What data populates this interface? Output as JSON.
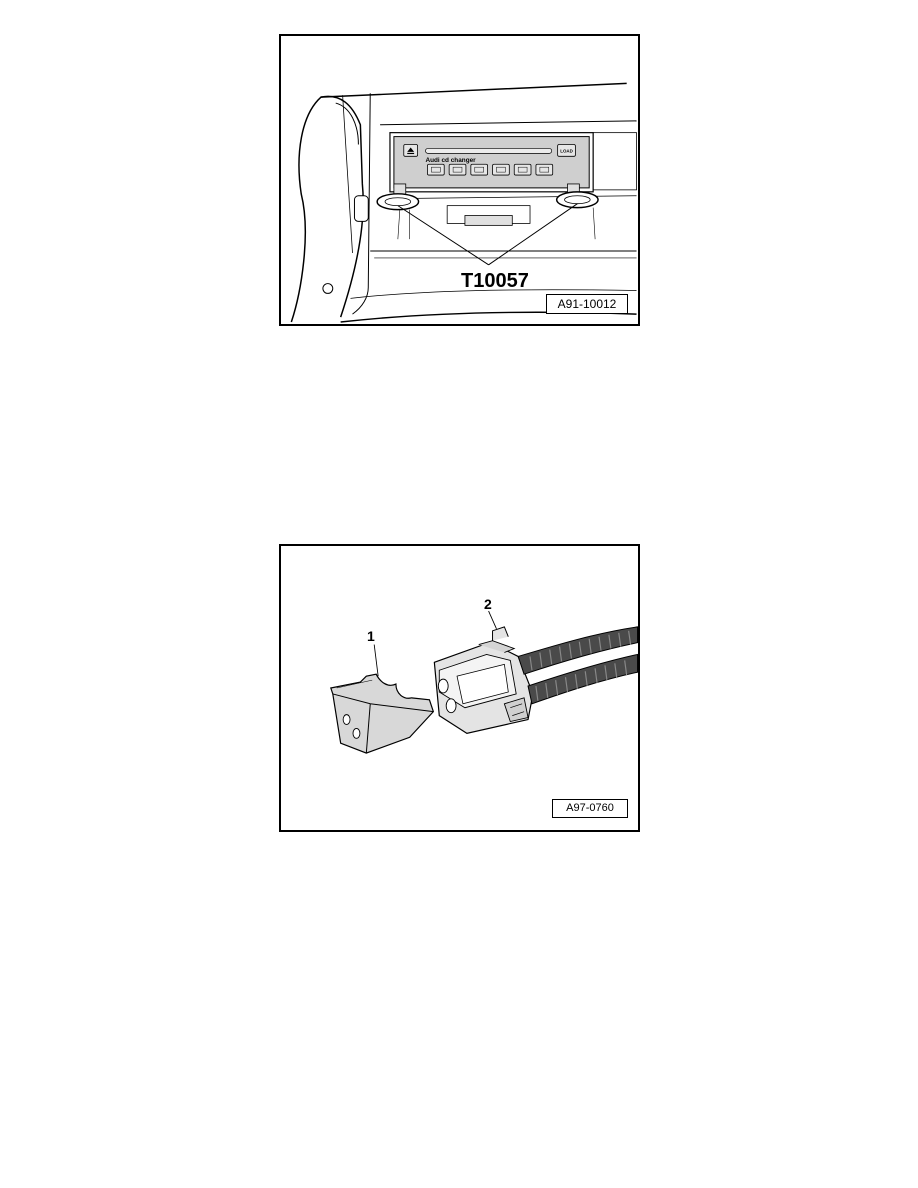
{
  "figures": [
    {
      "id": "fig1",
      "reference_code": "A91-10012",
      "tool_label": "T10057",
      "device_label": "Audi cd changer",
      "load_button_label": "LOAD",
      "eject_icon": "eject-icon"
    },
    {
      "id": "fig2",
      "reference_code": "A97-0760",
      "callouts": [
        "1",
        "2"
      ]
    }
  ]
}
